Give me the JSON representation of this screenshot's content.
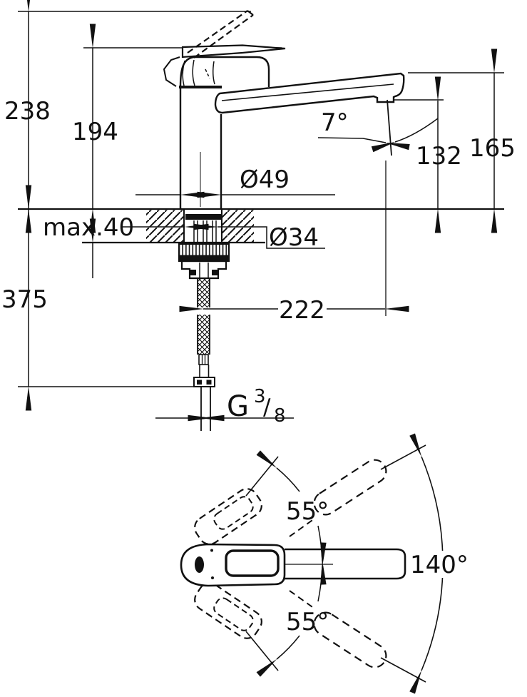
{
  "drawing": {
    "type_label": "faucet-technical-drawing",
    "line_color": "#111111",
    "background": "#ffffff"
  },
  "side_view": {
    "labels": {
      "overall_height": "238",
      "body_height": "194",
      "spout_end_height": "165",
      "outlet_height": "132",
      "outlet_angle": "7°",
      "body_diameter": "Ø49",
      "mounting_hole_diameter": "Ø34",
      "max_mounting_thickness": "max.40",
      "hose_drop": "375",
      "spout_reach": "222",
      "thread_g": "G",
      "thread_numerator": "3",
      "thread_slash": "/",
      "thread_denominator": "8"
    }
  },
  "top_view": {
    "labels": {
      "swivel_upper": "55°",
      "swivel_lower": "55°",
      "swivel_total": "140°"
    }
  }
}
